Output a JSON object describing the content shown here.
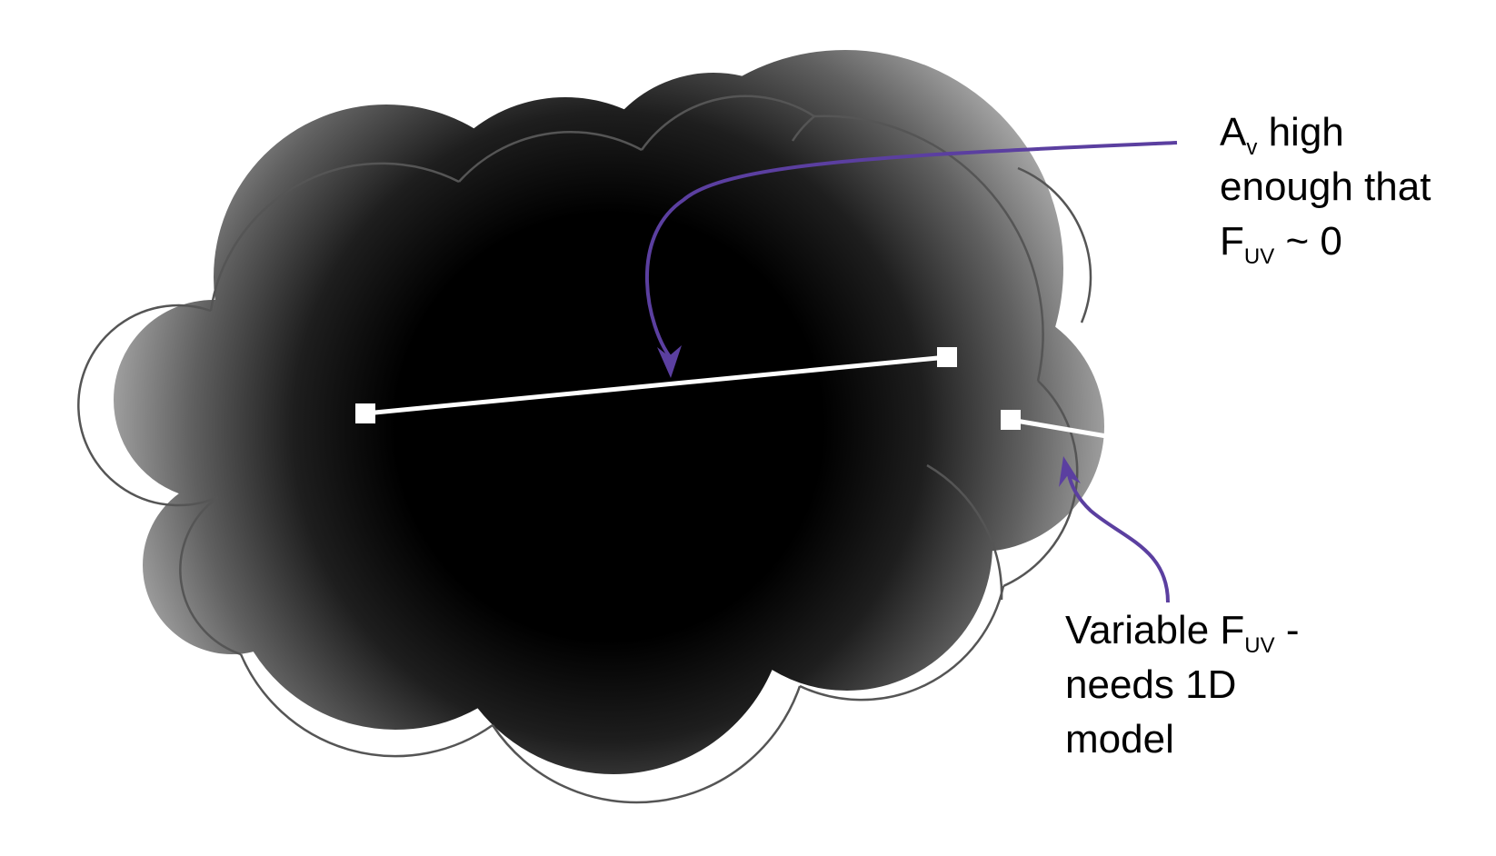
{
  "annotations": {
    "top": {
      "line1_prefix": "A",
      "line1_sub": "v",
      "line1_suffix": " high",
      "line2": "enough that",
      "line3_prefix": "F",
      "line3_sub": "UV",
      "line3_suffix": " ~ 0"
    },
    "bottom": {
      "line1_prefix": "Variable F",
      "line1_sub": "UV",
      "line1_suffix": " -",
      "line2": "needs 1D",
      "line3": "model"
    }
  },
  "colors": {
    "arrow": "#5b3fa0",
    "cloud_outline": "#555555",
    "cloud_edge": "#a6a6a6",
    "cloud_core": "#000000",
    "sightline": "#ffffff"
  }
}
